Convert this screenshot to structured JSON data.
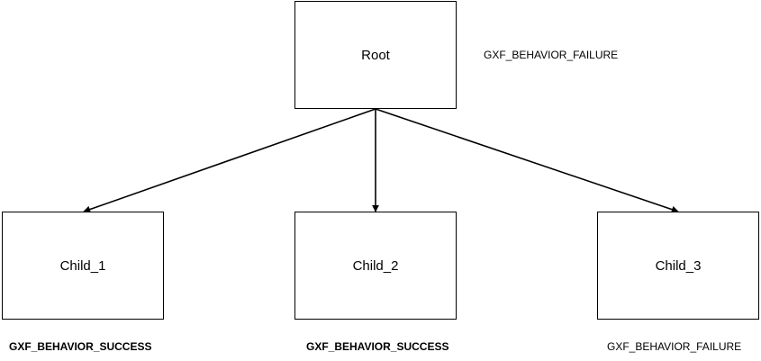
{
  "nodes": {
    "root": {
      "label": "Root",
      "status": "GXF_BEHAVIOR_FAILURE"
    },
    "children": [
      {
        "label": "Child_1",
        "status": "GXF_BEHAVIOR_SUCCESS"
      },
      {
        "label": "Child_2",
        "status": "GXF_BEHAVIOR_SUCCESS"
      },
      {
        "label": "Child_3",
        "status": "GXF_BEHAVIOR_FAILURE"
      }
    ]
  }
}
